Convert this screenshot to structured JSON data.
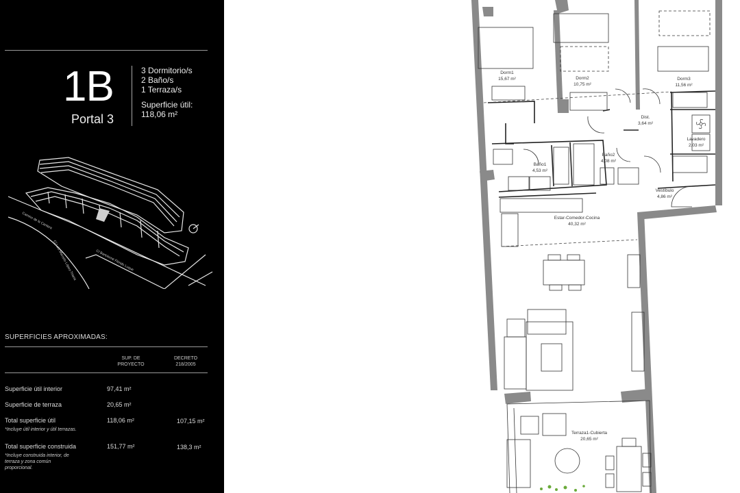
{
  "unit": {
    "code": "1B",
    "portal": "Portal 3",
    "bedrooms": "3 Dormitorio/s",
    "bathrooms": "2 Baño/s",
    "terraces": "1 Terraza/s",
    "useful_area_label": "Superficie útil:",
    "useful_area_value": "118,06 m²"
  },
  "site_plan": {
    "streets": [
      "Camino de la Cantera",
      "C/ Luis Marcelo López-Triana",
      "C/ Bartolomé Flórido Luque"
    ],
    "north_icon": "north-arrow-icon"
  },
  "surfaces": {
    "title": "SUPERFICIES APROXIMADAS:",
    "columns": [
      "SUP. DE PROYECTO",
      "DECRETO 218/2005"
    ],
    "rows": [
      {
        "label": "Superficie útil interior",
        "proyecto": "97,41  m²",
        "decreto": "",
        "note": ""
      },
      {
        "label": "Superficie de terraza",
        "proyecto": "20,65 m²",
        "decreto": "",
        "note": ""
      },
      {
        "label": "Total superficie útil",
        "proyecto": "118,06 m²",
        "decreto": "107,15 m²",
        "note": "*Incluye útil interior y útil terrazas."
      },
      {
        "label": "Total superficie construida",
        "proyecto": "151,77 m²",
        "decreto": "138,3 m²",
        "note": "*Incluye construida interior, de terraza y zona común proporcional."
      }
    ]
  },
  "floor_plan": {
    "rooms": [
      {
        "name": "Dorm1",
        "area": "15,67 m²"
      },
      {
        "name": "Dorm2",
        "area": "10,75 m²"
      },
      {
        "name": "Dorm3",
        "area": "11,56 m²"
      },
      {
        "name": "Dist.",
        "area": "3,64 m²"
      },
      {
        "name": "Lavadero",
        "area": "2,03 m²"
      },
      {
        "name": "Baño1",
        "area": "4,53 m²"
      },
      {
        "name": "Baño2",
        "area": "4,08 m²"
      },
      {
        "name": "Vestíbulo",
        "area": "4,86 m²"
      },
      {
        "name": "Estar-Comedor-Cocina",
        "area": "40,32 m²"
      },
      {
        "name": "Terraza1-Cubierta",
        "area": "20,65 m²"
      }
    ]
  }
}
